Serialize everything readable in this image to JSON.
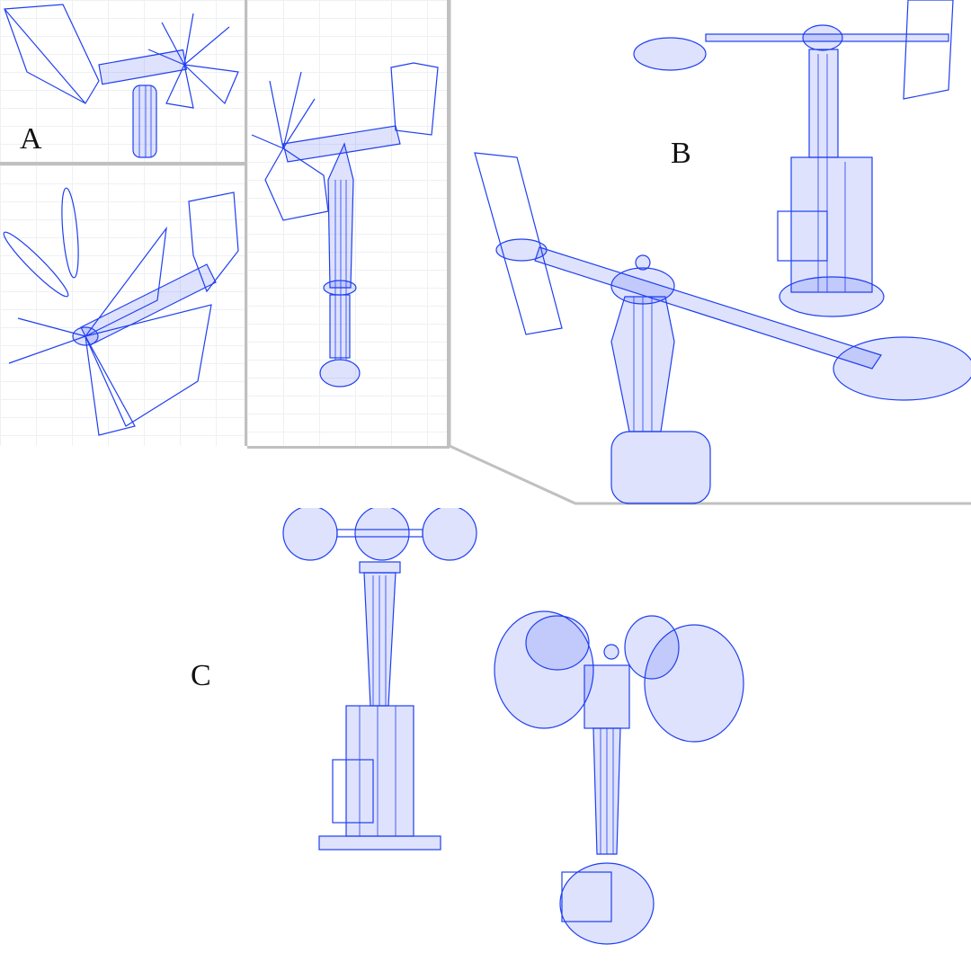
{
  "figure": {
    "panels": [
      {
        "id": "A",
        "label": "A",
        "subject": "propeller anemometer wind vane - view 1"
      },
      {
        "id": "A2",
        "label": "",
        "subject": "propeller anemometer wind vane - view 2"
      },
      {
        "id": "A3",
        "label": "",
        "subject": "propeller anemometer wind vane - view 3"
      },
      {
        "id": "B",
        "label": "B",
        "subject": "wind vane with counterweight - two views"
      },
      {
        "id": "C",
        "label": "C",
        "subject": "cup anemometer - two views"
      }
    ],
    "colors": {
      "wireframe": "#1f3ff0",
      "border": "#c0c0c0",
      "background": "#ffffff",
      "label": "#111111"
    }
  }
}
